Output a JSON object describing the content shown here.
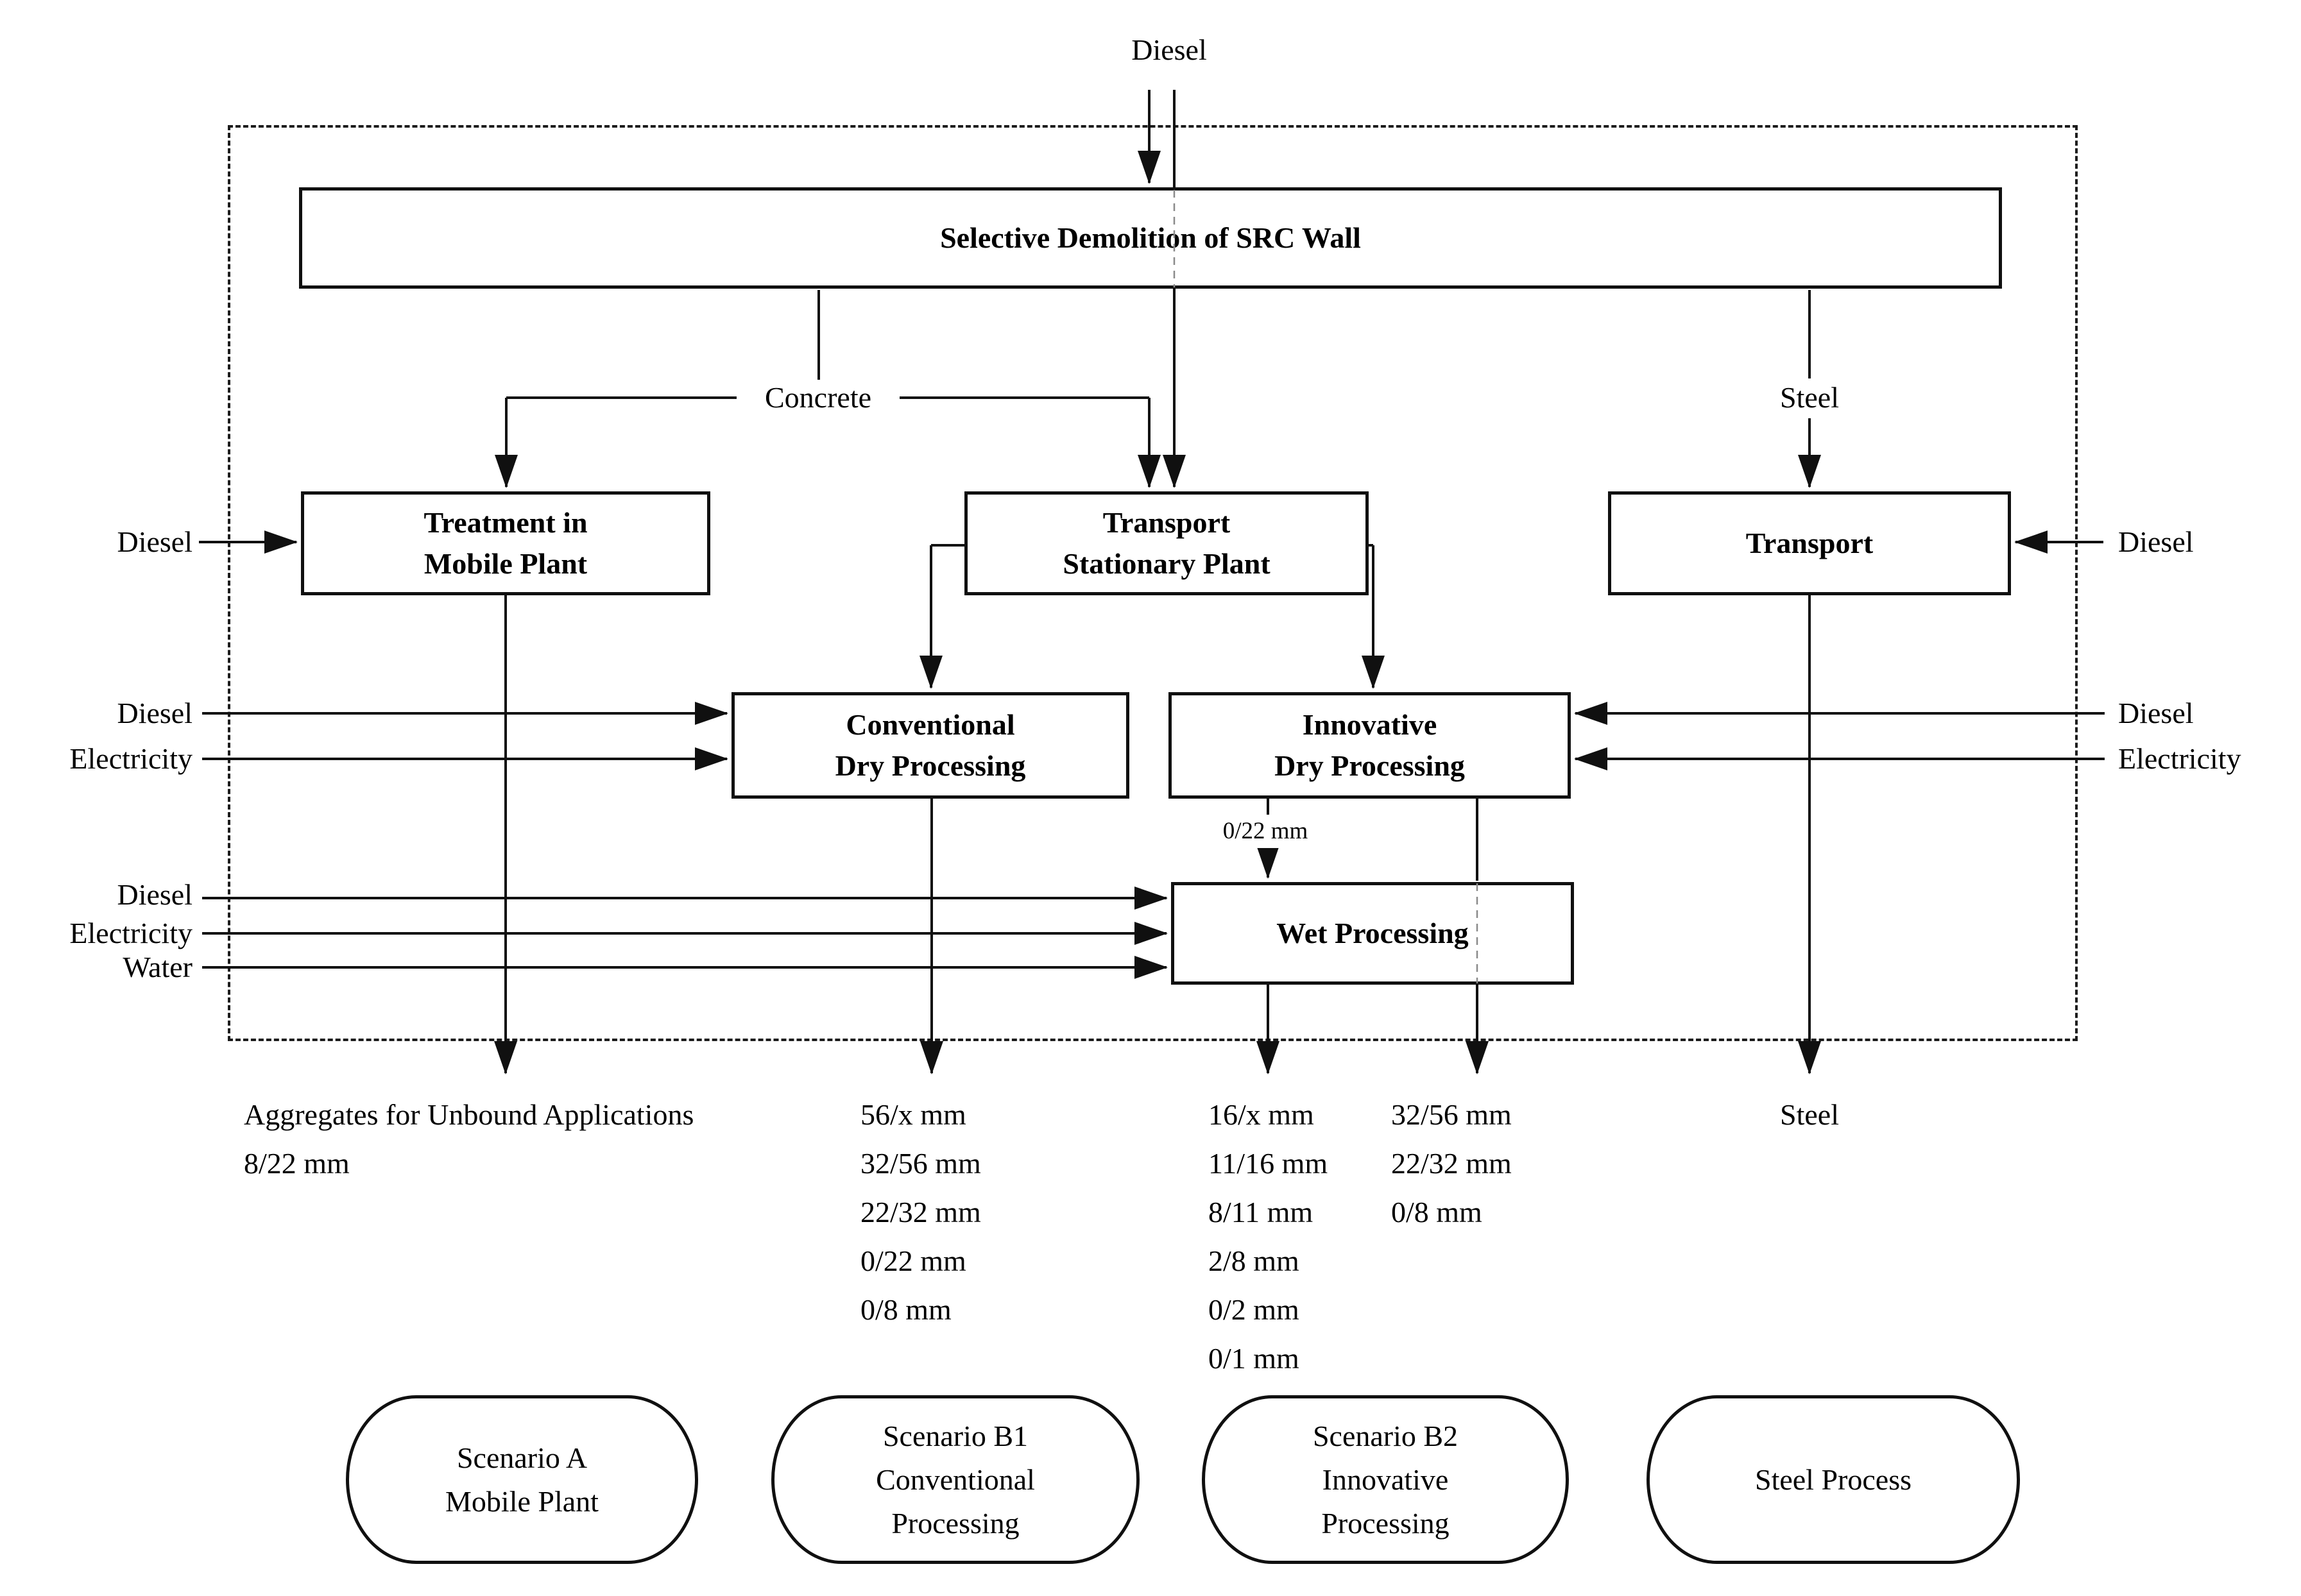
{
  "boxes": {
    "selective": {
      "label": "Selective Demolition of SRC Wall"
    },
    "treatment": {
      "line1": "Treatment in",
      "line2": "Mobile Plant"
    },
    "transport_stationary": {
      "line1": "Transport",
      "line2": "Stationary Plant"
    },
    "transport": {
      "label": "Transport"
    },
    "conventional": {
      "line1": "Conventional",
      "line2": "Dry Processing"
    },
    "innovative": {
      "line1": "Innovative",
      "line2": "Dry Processing"
    },
    "wet": {
      "label": "Wet Processing"
    }
  },
  "inputs": {
    "top": "Diesel",
    "treatment_diesel": "Diesel",
    "conventional_diesel": "Diesel",
    "conventional_electricity": "Electricity",
    "wet_diesel": "Diesel",
    "wet_electricity": "Electricity",
    "wet_water": "Water",
    "transport_diesel": "Diesel",
    "innovative_diesel": "Diesel",
    "innovative_electricity": "Electricity"
  },
  "materials": {
    "concrete": "Concrete",
    "steel": "Steel"
  },
  "intermediate": {
    "wet_feed": "0/22 mm"
  },
  "outputs": {
    "mobile_line1": "Aggregates for Unbound Applications",
    "mobile_line2": "8/22 mm",
    "conventional": [
      "56/x mm",
      "32/56 mm",
      "22/32 mm",
      "0/22 mm",
      "0/8 mm"
    ],
    "innovative_fine": [
      "16/x mm",
      "11/16 mm",
      "8/11 mm",
      "2/8 mm",
      "0/2 mm",
      "0/1 mm"
    ],
    "innovative_coarse": [
      "32/56 mm",
      "22/32 mm",
      "0/8 mm"
    ],
    "steel": "Steel"
  },
  "scenarios": {
    "a": [
      "Scenario A",
      "Mobile Plant"
    ],
    "b1": [
      "Scenario B1",
      "Conventional",
      "Processing"
    ],
    "b2": [
      "Scenario B2",
      "Innovative",
      "Processing"
    ],
    "steel": [
      "Steel Process"
    ]
  }
}
